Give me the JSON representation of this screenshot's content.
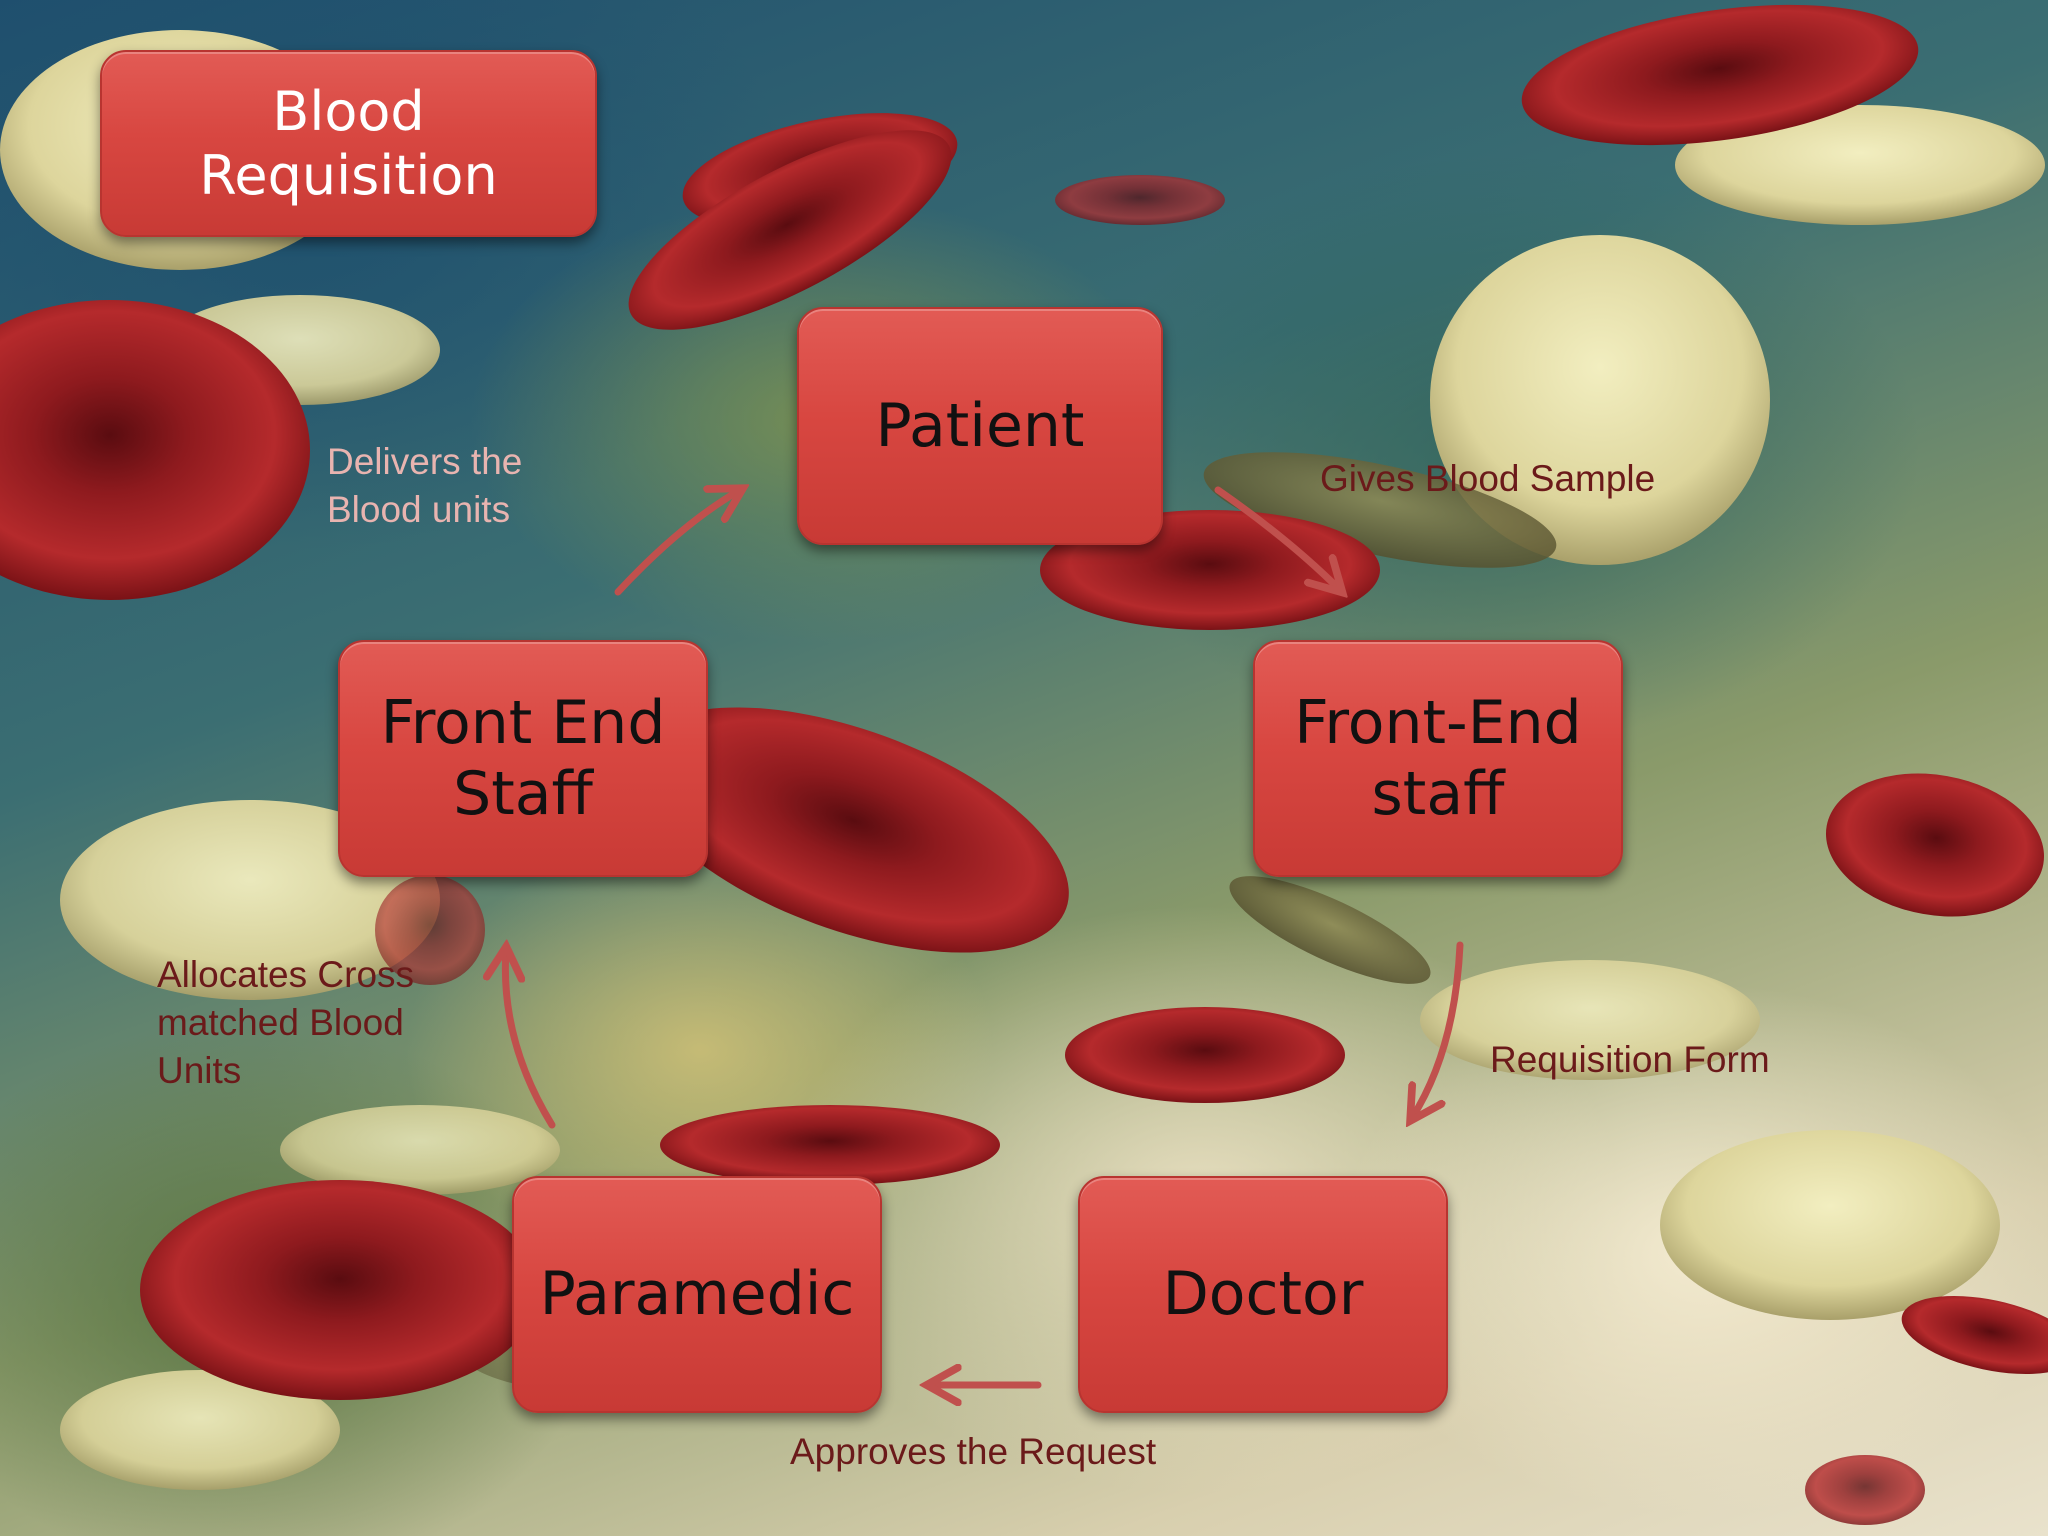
{
  "diagram": {
    "title": "Blood\nRequisition",
    "nodes": {
      "patient": "Patient",
      "front_end_staff_right": "Front-End\nstaff",
      "doctor": "Doctor",
      "paramedic": "Paramedic",
      "front_end_staff_left": "Front End\nStaff"
    },
    "edges": {
      "gives_blood_sample": "Gives Blood Sample",
      "requisition_form": "Requisition Form",
      "approves_request": "Approves the Request",
      "allocates_units": "Allocates Cross\nmatched Blood\nUnits",
      "delivers_units": "Delivers the\nBlood units"
    },
    "colors": {
      "node_fill": "#d84741",
      "arrow": "#c0504d",
      "label_dark": "#6b1a1a",
      "label_light": "#e8b4b0"
    }
  }
}
